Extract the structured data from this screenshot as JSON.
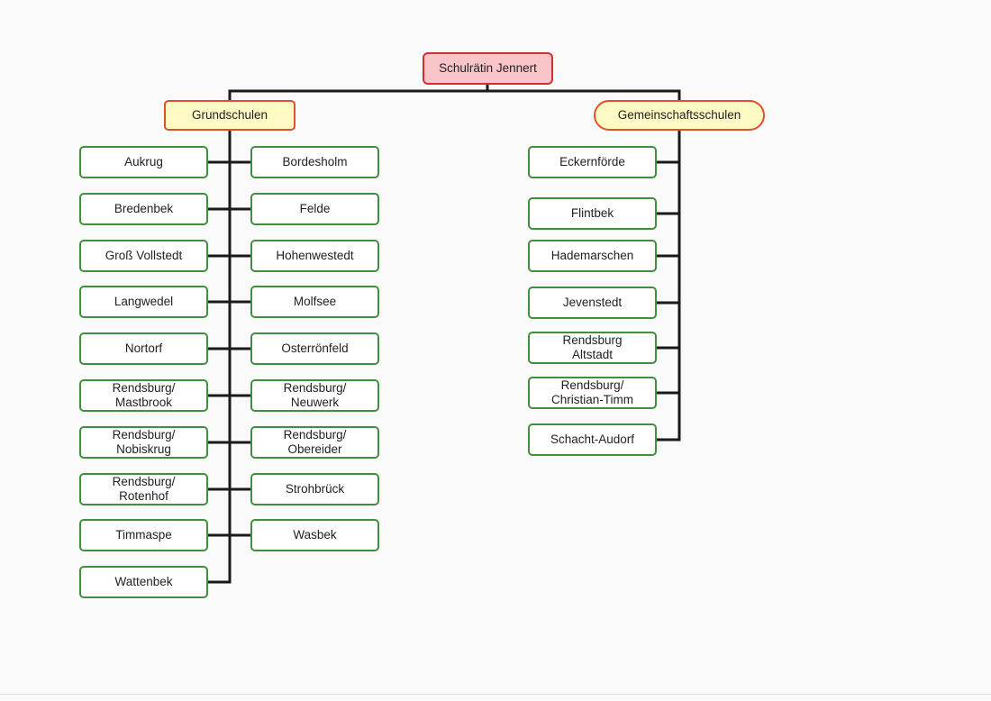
{
  "root": {
    "label": "Schulrätin Jennert"
  },
  "grundschulen": {
    "label": "Grundschulen",
    "left": [
      "Aukrug",
      "Bredenbek",
      "Groß Vollstedt",
      "Langwedel",
      "Nortorf",
      "Rendsburg/\nMastbrook",
      "Rendsburg/\nNobiskrug",
      "Rendsburg/\nRotenhof",
      "Timmaspe",
      "Wattenbek"
    ],
    "right": [
      "Bordesholm",
      "Felde",
      "Hohenwestedt",
      "Molfsee",
      "Osterrönfeld",
      "Rendsburg/\nNeuwerk",
      "Rendsburg/\nObereider",
      "Strohbrück",
      "Wasbek"
    ]
  },
  "gemeinschaftsschulen": {
    "label": "Gemeinschaftsschulen",
    "items": [
      "Eckernförde",
      "Flintbek",
      "Hademarschen",
      "Jevenstedt",
      "Rendsburg\nAltstadt",
      "Rendsburg/\nChristian-Timm",
      "Schacht-Audorf"
    ]
  },
  "colors": {
    "line": "#1a1a1a",
    "school_border": "#3f8f3f",
    "root_border": "#d32f2f",
    "root_fill": "#f9c5c9",
    "category_border": "#e0502a",
    "category_fill": "#fff9c4"
  }
}
